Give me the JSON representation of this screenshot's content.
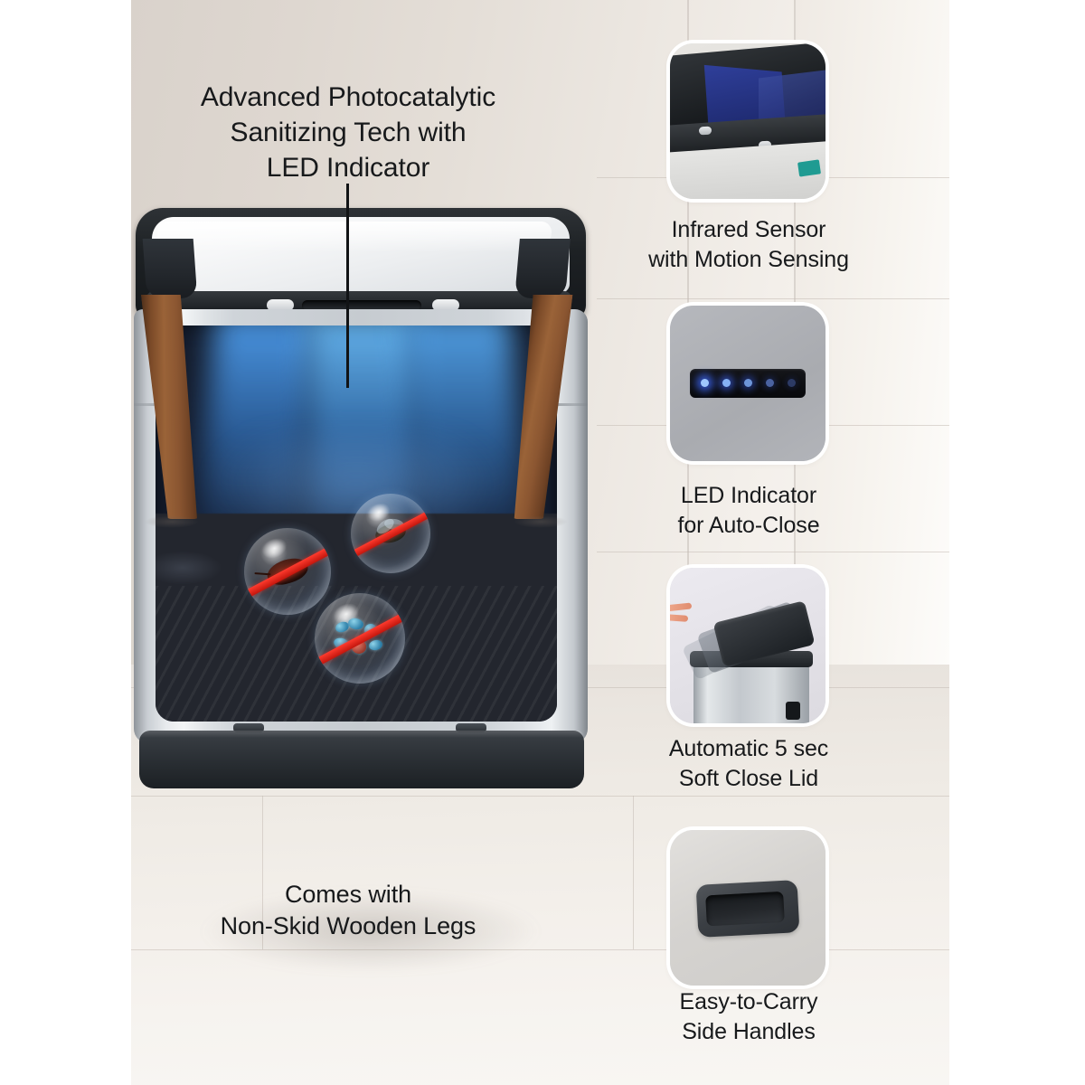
{
  "page": {
    "title": "Smart Sensor Trash Can Feature Infographic",
    "background_color": "#ffffff",
    "text_color": "#17191b"
  },
  "main": {
    "headline": "Advanced Photocatalytic\nSanitizing Tech with\nLED Indicator",
    "headline_lines": [
      "Advanced Photocatalytic",
      "Sanitizing Tech with",
      "LED Indicator"
    ],
    "legs_note_lines": [
      "Comes with",
      "Non-Skid Wooden Legs"
    ],
    "product": {
      "name": "stainless-steel-sensor-trash-can",
      "lid_color": "#f2f4f6",
      "bezel_color": "#1d2124",
      "body_color": "#c6cbd0",
      "leg_color": "#8b5631",
      "uv_color": "#54aaff",
      "germ_slash_color": "#ff3b2e"
    },
    "germ_bubbles": [
      {
        "name": "cockroach-bubble"
      },
      {
        "name": "fly-bubble"
      },
      {
        "name": "bacteria-bubble"
      }
    ]
  },
  "features": [
    {
      "id": "infrared-sensor",
      "label_lines": [
        "Infrared Sensor",
        "with Motion Sensing"
      ],
      "thumb_name": "infrared-sensor-thumbnail",
      "accent": "#2f3f9a"
    },
    {
      "id": "led-indicator",
      "label_lines": [
        "LED Indicator",
        "for Auto-Close"
      ],
      "thumb_name": "led-indicator-thumbnail",
      "accent": "#3a60e6"
    },
    {
      "id": "soft-close-lid",
      "label_lines": [
        "Automatic 5 sec",
        "Soft Close Lid"
      ],
      "thumb_name": "soft-close-lid-thumbnail",
      "accent": "#3c4045"
    },
    {
      "id": "side-handles",
      "label_lines": [
        "Easy-to-Carry",
        "Side Handles"
      ],
      "thumb_name": "side-handle-thumbnail",
      "accent": "#2c3035"
    }
  ]
}
